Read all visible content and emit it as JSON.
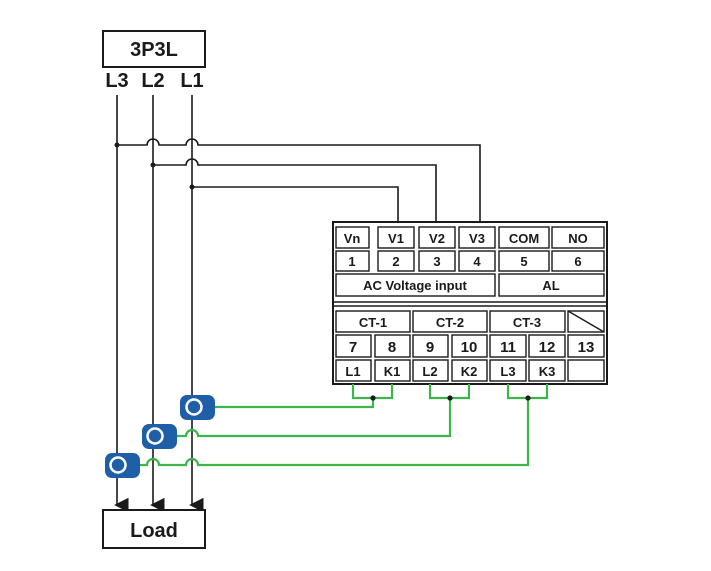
{
  "source_label": "3P3L",
  "line_labels": [
    "L3",
    "L2",
    "L1"
  ],
  "load_label": "Load",
  "terminal_block": {
    "top_row_names": [
      "Vn",
      "V1",
      "V2",
      "V3",
      "COM",
      "NO"
    ],
    "top_row_numbers": [
      "1",
      "2",
      "3",
      "4",
      "5",
      "6"
    ],
    "voltage_section_label": "AC Voltage input",
    "alarm_section_label": "AL",
    "ct_groups": [
      "CT-1",
      "CT-2",
      "CT-3"
    ],
    "bottom_row_numbers": [
      "7",
      "8",
      "9",
      "10",
      "11",
      "12",
      "13"
    ],
    "bottom_row_names": [
      "L1",
      "K1",
      "L2",
      "K2",
      "L3",
      "K3"
    ]
  },
  "colors": {
    "ct_sensor": "#1f5fa8",
    "ct_wire": "#3cb54a",
    "line": "#1a1a1a"
  }
}
